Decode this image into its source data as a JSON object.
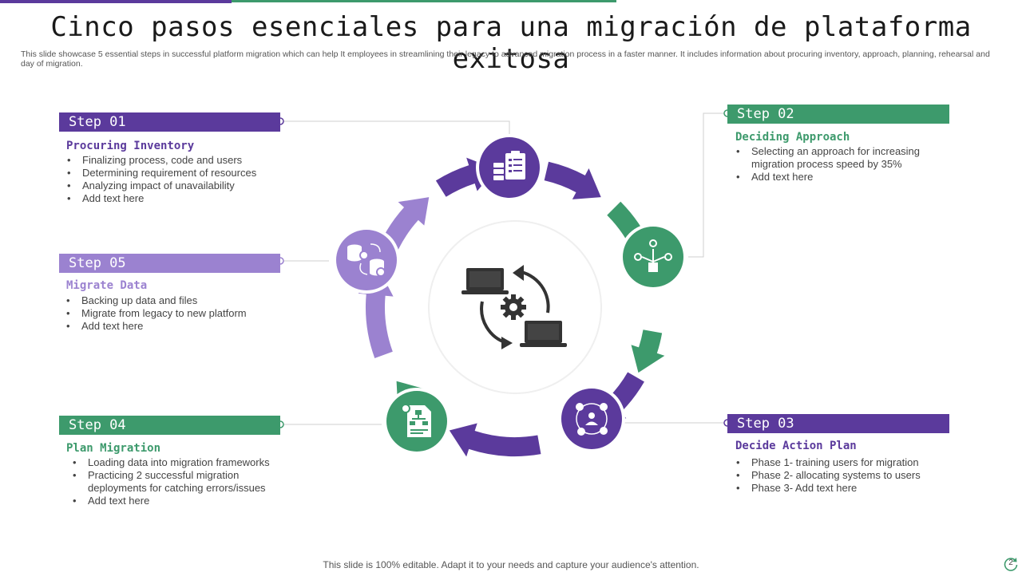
{
  "title": "Cinco pasos esenciales para una migración de plataforma exitosa",
  "subtitle": "This slide showcase 5 essential steps in successful platform migration which can help It employees in streamlining their legacy to advanced migration process in a faster manner. It includes information about procuring inventory, approach, planning, rehearsal and day of migration.",
  "colors": {
    "purple": "#5b3a9c",
    "green": "#3d9a6c",
    "light_purple": "#9b82d0"
  },
  "steps": [
    {
      "label": "Step 01",
      "heading": "Procuring Inventory",
      "bullets": [
        "Finalizing process, code and users",
        "Determining requirement of resources",
        "Analyzing impact of unavailability",
        "Add text here"
      ]
    },
    {
      "label": "Step 02",
      "heading": "Deciding Approach",
      "bullets": [
        "Selecting an approach for increasing",
        "migration process speed by 35%",
        "Add text here"
      ]
    },
    {
      "label": "Step 03",
      "heading": "Decide Action Plan",
      "bullets": [
        "Phase 1- training users for migration",
        "Phase 2- allocating systems to users",
        "Phase 3- Add text here"
      ]
    },
    {
      "label": "Step 04",
      "heading": "Plan Migration",
      "bullets": [
        "Loading data into migration frameworks",
        "Practicing 2 successful migration",
        "deployments for catching errors/issues",
        "Add text here"
      ]
    },
    {
      "label": "Step 05",
      "heading": "Migrate Data",
      "bullets": [
        "Backing up data and files",
        "Migrate from legacy to new platform",
        "Add text here"
      ]
    }
  ],
  "icons": {
    "center": "laptop-sync-icon",
    "step1": "checklist-server-icon",
    "step2": "direction-arrows-icon",
    "step3": "user-network-icon",
    "step4": "flowchart-document-icon",
    "step5": "database-gear-icon"
  },
  "footer": "This slide is 100% editable. Adapt it to your needs and capture your audience's attention.",
  "page_number": "2"
}
